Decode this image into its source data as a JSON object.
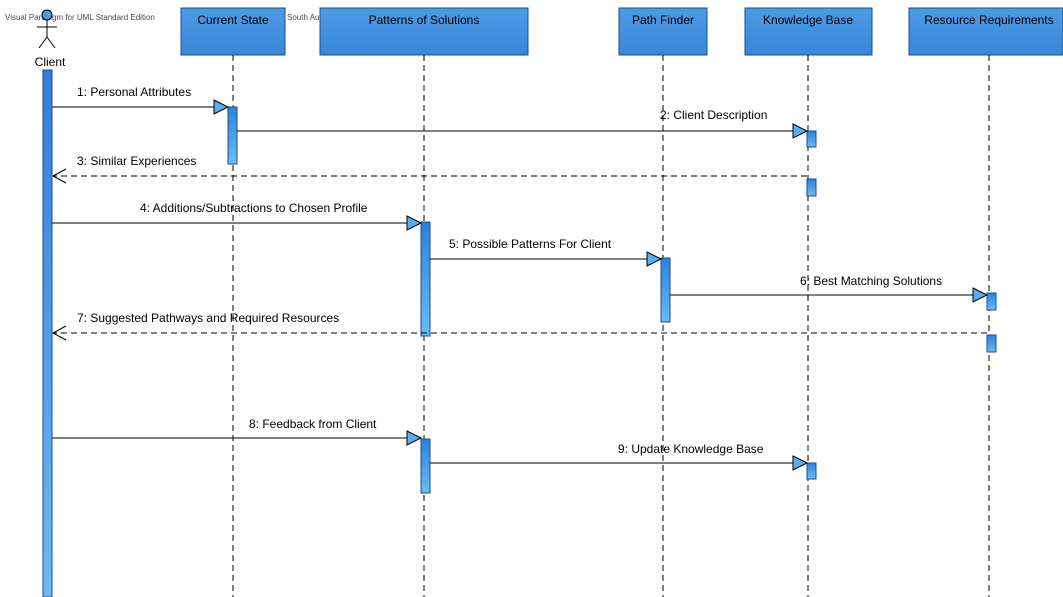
{
  "watermark": {
    "left": "Visual Paradigm for UML Standard Edition",
    "right": "South Australia"
  },
  "colors": {
    "header_fill": "#3d8fe0",
    "activation_fill": "#5aadee",
    "activation_dark": "#2b7ad6",
    "arrow_head_fill": "#5aadee",
    "line": "#000000"
  },
  "actor": {
    "name": "Client",
    "icon": "stick-figure-icon"
  },
  "lifelines": [
    {
      "id": "current-state",
      "label": "Current State"
    },
    {
      "id": "patterns-of-solutions",
      "label": "Patterns of Solutions"
    },
    {
      "id": "path-finder",
      "label": "Path Finder"
    },
    {
      "id": "knowledge-base",
      "label": "Knowledge Base"
    },
    {
      "id": "resource-requirements",
      "label": "Resource Requirements"
    }
  ],
  "messages": [
    {
      "label": "1: Personal Attributes",
      "from": "client",
      "to": "current-state",
      "kind": "sync"
    },
    {
      "label": "2: Client Description",
      "from": "current-state",
      "to": "knowledge-base",
      "kind": "sync"
    },
    {
      "label": "3: Similar Experiences",
      "from": "knowledge-base",
      "to": "client",
      "kind": "return"
    },
    {
      "label": "4: Additions/Subtractions to Chosen Profile",
      "from": "client",
      "to": "patterns-of-solutions",
      "kind": "sync"
    },
    {
      "label": "5: Possible Patterns For Client",
      "from": "patterns-of-solutions",
      "to": "path-finder",
      "kind": "sync"
    },
    {
      "label": "6: Best Matching Solutions",
      "from": "path-finder",
      "to": "resource-requirements",
      "kind": "sync"
    },
    {
      "label": "7: Suggested Pathways and Required Resources",
      "from": "resource-requirements",
      "to": "client",
      "kind": "return"
    },
    {
      "label": "8: Feedback from Client",
      "from": "client",
      "to": "patterns-of-solutions",
      "kind": "sync"
    },
    {
      "label": "9: Update Knowledge Base",
      "from": "patterns-of-solutions",
      "to": "knowledge-base",
      "kind": "sync"
    }
  ]
}
